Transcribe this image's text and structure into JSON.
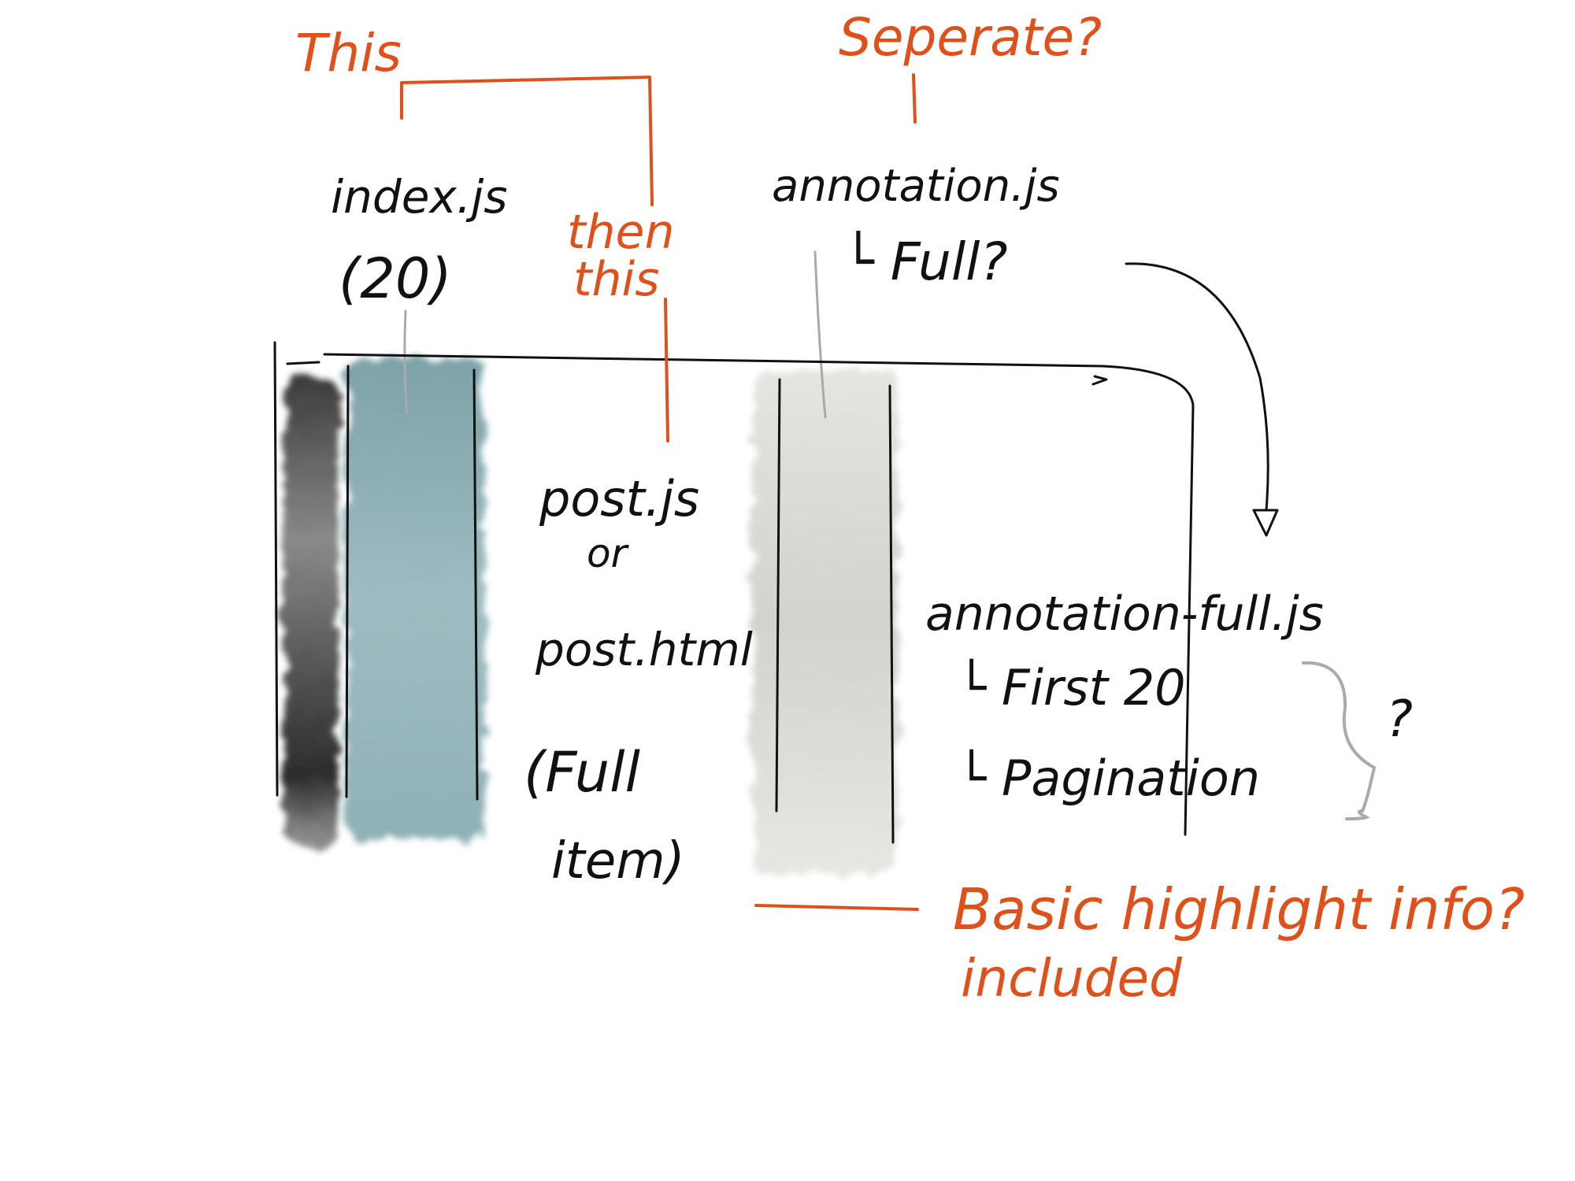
{
  "colors": {
    "ink": "#111111",
    "annotation": "#e0501a",
    "column_dark": "#4a4a4a",
    "column_teal": "#86aab0",
    "column_light": "#d9d9d6",
    "pointer_grey": "#b4b4b0"
  },
  "diagram": {
    "index_label": "index.js",
    "index_count": "(20)",
    "annotation_label": "annotation.js",
    "annotation_sub": "└ Full?",
    "post_js": "post.js",
    "post_or": "or",
    "post_html": "post.html",
    "full_item_1": "(Full",
    "full_item_2": "item)",
    "annotation_full_label": "annotation-full.js",
    "first_20": "└ First 20",
    "pagination": "└ Pagination",
    "question_mark": "?"
  },
  "notes": {
    "this": "This",
    "then_this_1": "then",
    "then_this_2": "this",
    "separate": "Seperate?",
    "basic_highlight": "Basic highlight info?",
    "included": "included"
  }
}
